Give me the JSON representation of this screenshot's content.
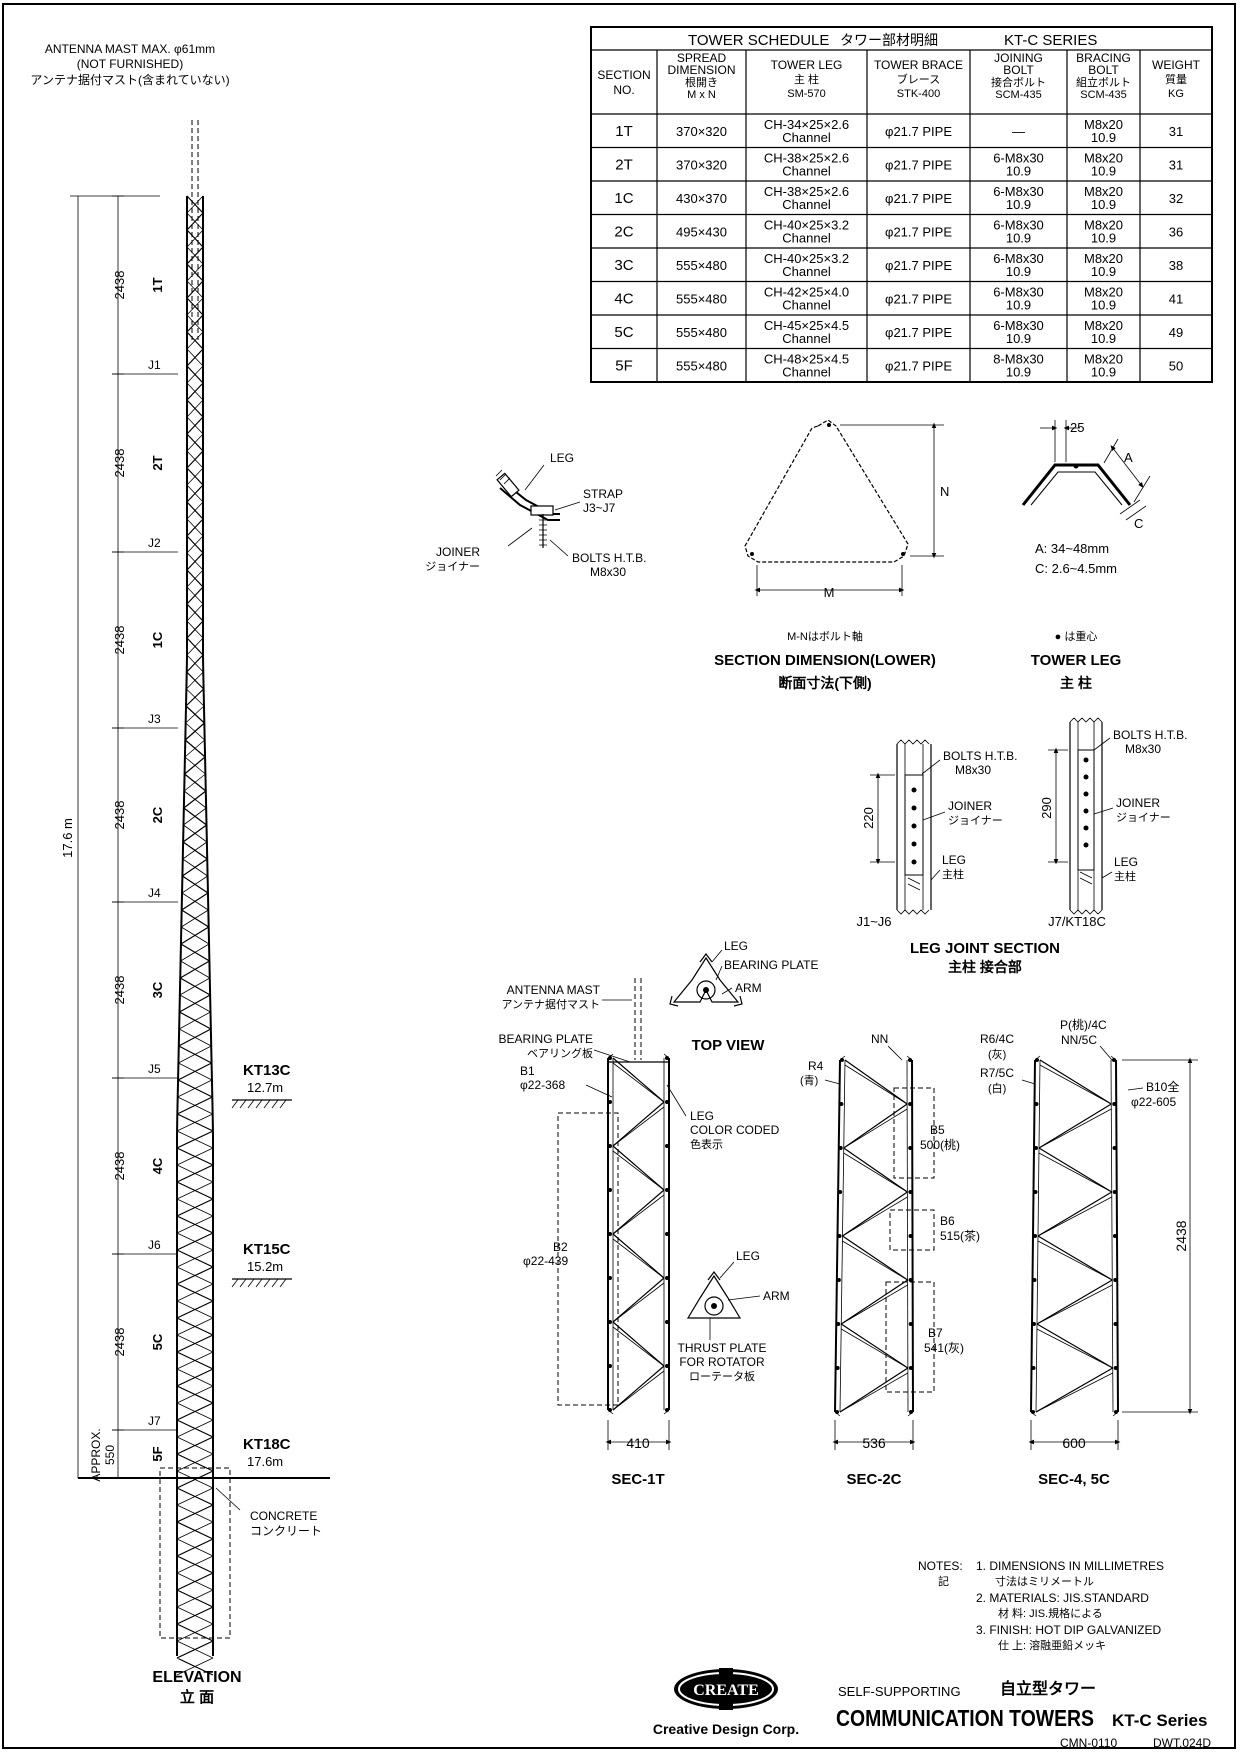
{
  "title_block": {
    "en_small": "SELF-SUPPORTING",
    "jp_title": "自立型タワー",
    "main": "COMMUNICATION TOWERS",
    "series": "KT-C Series",
    "company": "Creative Design Corp.",
    "logo": "CREATE",
    "doc_no": "CMN-0110",
    "dwg_no": "DWT.024D"
  },
  "elevation": {
    "mast_label": [
      "ANTENNA MAST MAX. φ61mm",
      "(NOT FURNISHED)",
      "アンテナ据付マスト(含まれていない)"
    ],
    "total_height": "17.6 m",
    "section_dim": "2438",
    "sections": [
      "1T",
      "2T",
      "1C",
      "2C",
      "3C",
      "4C",
      "5C",
      "5F"
    ],
    "joints": [
      "J1",
      "J2",
      "J3",
      "J4",
      "J5",
      "J6",
      "J7"
    ],
    "approx": "APPROX.",
    "approx_val": "550",
    "models": [
      {
        "name": "KT13C",
        "h": "12.7m"
      },
      {
        "name": "KT15C",
        "h": "15.2m"
      },
      {
        "name": "KT18C",
        "h": "17.6m"
      }
    ],
    "concrete": [
      "CONCRETE",
      "コンクリート"
    ],
    "caption": "ELEVATION",
    "caption_jp": "立 面"
  },
  "schedule": {
    "title": "TOWER SCHEDULE",
    "title_jp": "タワー部材明細",
    "series": "KT-C SERIES",
    "headers": [
      [
        "SECTION",
        "NO."
      ],
      [
        "SPREAD",
        "DIMENSION",
        "根開き",
        "M x N"
      ],
      [
        "TOWER LEG",
        "主 柱",
        "SM-570"
      ],
      [
        "TOWER BRACE",
        "ブレース",
        "STK-400"
      ],
      [
        "JOINING",
        "BOLT",
        "接合ボルト",
        "SCM-435"
      ],
      [
        "BRACING",
        "BOLT",
        "組立ボルト",
        "SCM-435"
      ],
      [
        "WEIGHT",
        "質量",
        "KG"
      ]
    ],
    "rows": [
      [
        "1T",
        "370×320",
        "CH-34×25×2.6",
        "Channel",
        "φ21.7 PIPE",
        "—",
        "",
        "M8x20",
        "10.9",
        "31"
      ],
      [
        "2T",
        "370×320",
        "CH-38×25×2.6",
        "Channel",
        "φ21.7 PIPE",
        "6-M8x30",
        "10.9",
        "M8x20",
        "10.9",
        "31"
      ],
      [
        "1C",
        "430×370",
        "CH-38×25×2.6",
        "Channel",
        "φ21.7 PIPE",
        "6-M8x30",
        "10.9",
        "M8x20",
        "10.9",
        "32"
      ],
      [
        "2C",
        "495×430",
        "CH-40×25×3.2",
        "Channel",
        "φ21.7 PIPE",
        "6-M8x30",
        "10.9",
        "M8x20",
        "10.9",
        "36"
      ],
      [
        "3C",
        "555×480",
        "CH-40×25×3.2",
        "Channel",
        "φ21.7 PIPE",
        "6-M8x30",
        "10.9",
        "M8x20",
        "10.9",
        "38"
      ],
      [
        "4C",
        "555×480",
        "CH-42×25×4.0",
        "Channel",
        "φ21.7 PIPE",
        "6-M8x30",
        "10.9",
        "M8x20",
        "10.9",
        "41"
      ],
      [
        "5C",
        "555×480",
        "CH-45×25×4.5",
        "Channel",
        "φ21.7 PIPE",
        "6-M8x30",
        "10.9",
        "M8x20",
        "10.9",
        "49"
      ],
      [
        "5F",
        "555×480",
        "CH-48×25×4.5",
        "Channel",
        "φ21.7 PIPE",
        "8-M8x30",
        "10.9",
        "M8x20",
        "10.9",
        "50"
      ]
    ]
  },
  "joiner": {
    "leg": "LEG",
    "strap": "STRAP",
    "strap2": "J3~J7",
    "joiner": "JOINER",
    "joiner_jp": "ジョイナー",
    "bolts": "BOLTS H.T.B.",
    "bolts2": "M8x30"
  },
  "section_dim": {
    "n": "N",
    "m": "M",
    "note": "M-Nはボルト軸",
    "caption": "SECTION DIMENSION(LOWER)",
    "caption_jp": "断面寸法(下側)"
  },
  "tower_leg": {
    "d25": "25",
    "a": "A",
    "c": "C",
    "a_range": "A:  34~48mm",
    "c_range": "C:  2.6~4.5mm",
    "note": "● は重心",
    "caption": "TOWER LEG",
    "caption_jp": "主 柱"
  },
  "leg_joint": {
    "bolts": "BOLTS H.T.B.",
    "bolts2": "M8x30",
    "joiner": "JOINER",
    "joiner_jp": "ジョイナー",
    "leg": "LEG",
    "leg_jp": "主柱",
    "d220": "220",
    "d290": "290",
    "lbl1": "J1~J6",
    "lbl2": "J7/KT18C",
    "caption": "LEG JOINT SECTION",
    "caption_jp": "主柱 接合部"
  },
  "top_view": {
    "leg": "LEG",
    "bearing": "BEARING PLATE",
    "arm": "ARM",
    "caption": "TOP VIEW",
    "leg2": "LEG",
    "arm2": "ARM",
    "thrust": [
      "THRUST PLATE",
      "FOR ROTATOR",
      "ローテータ板"
    ]
  },
  "sec1t": {
    "mast": [
      "ANTENNA MAST",
      "アンテナ据付マスト"
    ],
    "bearing": [
      "BEARING PLATE",
      "ベアリング板"
    ],
    "b1": [
      "B1",
      "φ22-368"
    ],
    "legcc": [
      "LEG",
      "COLOR CODED",
      "色表示"
    ],
    "b2": [
      "B2",
      "φ22-439"
    ],
    "width": "410",
    "caption": "SEC-1T"
  },
  "sec2c": {
    "nn": "NN",
    "r4": [
      "R4",
      "(青)"
    ],
    "b5": [
      "B5",
      "500(桃)"
    ],
    "b6": [
      "B6",
      "515(茶)"
    ],
    "b7": [
      "B7",
      "541(灰)"
    ],
    "width": "536",
    "caption": "SEC-2C"
  },
  "sec45c": {
    "r6": [
      "R6/4C",
      "(灰)"
    ],
    "p": [
      "P(桃)/4C",
      "NN/5C"
    ],
    "r7": [
      "R7/5C",
      "(白)"
    ],
    "b10": [
      "B10全",
      "φ22-605"
    ],
    "height": "2438",
    "width": "600",
    "caption": "SEC-4, 5C"
  },
  "notes": {
    "head": "NOTES:",
    "head_jp": "記",
    "items": [
      [
        "1. DIMENSIONS IN MILLIMETRES",
        "寸法はミリメートル"
      ],
      [
        "2. MATERIALS:  JIS.STANDARD",
        "材  料:  JIS.規格による"
      ],
      [
        "3. FINISH:  HOT DIP GALVANIZED",
        "仕  上:  溶融亜鉛メッキ"
      ]
    ]
  }
}
